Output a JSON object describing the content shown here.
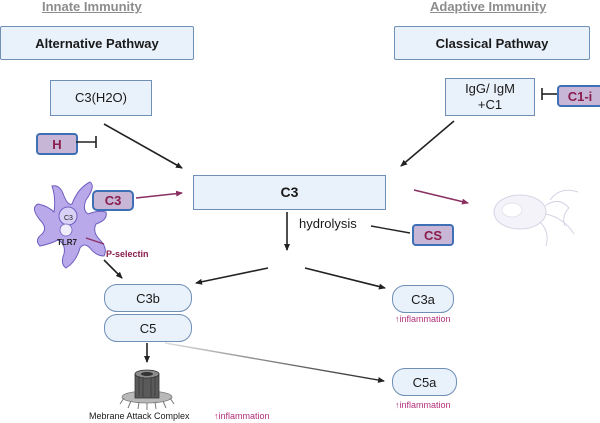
{
  "headers": {
    "innate": "Innate Immunity",
    "adaptive": "Adaptive Immunity"
  },
  "pathways": {
    "alternative": "Alternative Pathway",
    "classical": "Classical Pathway"
  },
  "nodes": {
    "c3h2o": "C3(H2O)",
    "igg_line1": "IgG/ IgM",
    "igg_line2": "+C1",
    "c3": "C3",
    "hydrolysis": "hydrolysis",
    "c3b": "C3b",
    "c5": "C5",
    "c3a": "C3a",
    "c5a": "C5a",
    "mac": "Mebrane Attack Complex"
  },
  "regulators": {
    "h": "H",
    "c1i": "C1-i",
    "c3_cell": "C3",
    "cs": "CS"
  },
  "cell_labels": {
    "tlr7": "TLR7",
    "c3_small": "C3",
    "p_selectin": "P-selectin"
  },
  "inflammation": "↑inflammation",
  "colors": {
    "box_fill": "#e9f1fb",
    "box_border": "#6f8fb6",
    "regulator_fill": "#c8b6d6",
    "regulator_border": "#3f6fb5",
    "regulator_text": "#8a1d4d",
    "inflammation_text": "#b2307a",
    "cell_fill": "#b9a8ea",
    "arrow_purple": "#8a2f62"
  },
  "icons": [
    "dendritic-cell-icon",
    "pathogen-icon",
    "membrane-attack-complex-icon"
  ]
}
